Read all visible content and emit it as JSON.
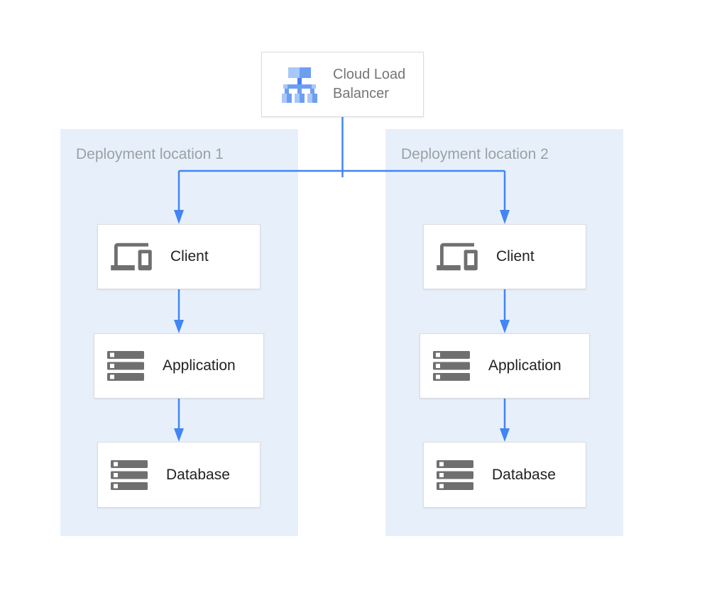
{
  "colors": {
    "canvas-bg": "#FFFFFF",
    "region-bg": "#E7F0FA",
    "region-label": "#9AA0A6",
    "box-bg": "#FFFFFF",
    "box-border": "#DADCE0",
    "node-label": "#212121",
    "lb-label": "#757575",
    "icon-gray": "#6F6F6F",
    "arrow": "#4285F4",
    "lb-icon-light": "#A8C7FA",
    "lb-icon-mid": "#6D9EF1",
    "lb-icon-dark": "#4185F4"
  },
  "load_balancer": {
    "id": "cloud-load-balancer",
    "label": "Cloud Load Balancer",
    "icon": "load-balancer-icon"
  },
  "regions": [
    {
      "label": "Deployment location 1",
      "nodes": [
        {
          "id": "client-1",
          "label": "Client",
          "icon": "devices-icon"
        },
        {
          "id": "application-1",
          "label": "Application",
          "icon": "server-stack-icon"
        },
        {
          "id": "database-1",
          "label": "Database",
          "icon": "server-stack-icon"
        }
      ]
    },
    {
      "label": "Deployment location 2",
      "nodes": [
        {
          "id": "client-2",
          "label": "Client",
          "icon": "devices-icon"
        },
        {
          "id": "application-2",
          "label": "Application",
          "icon": "server-stack-icon"
        },
        {
          "id": "database-2",
          "label": "Database",
          "icon": "server-stack-icon"
        }
      ]
    }
  ],
  "edges": [
    {
      "from": "cloud-load-balancer",
      "to": "client-1"
    },
    {
      "from": "cloud-load-balancer",
      "to": "client-2"
    },
    {
      "from": "client-1",
      "to": "application-1"
    },
    {
      "from": "application-1",
      "to": "database-1"
    },
    {
      "from": "client-2",
      "to": "application-2"
    },
    {
      "from": "application-2",
      "to": "database-2"
    }
  ]
}
